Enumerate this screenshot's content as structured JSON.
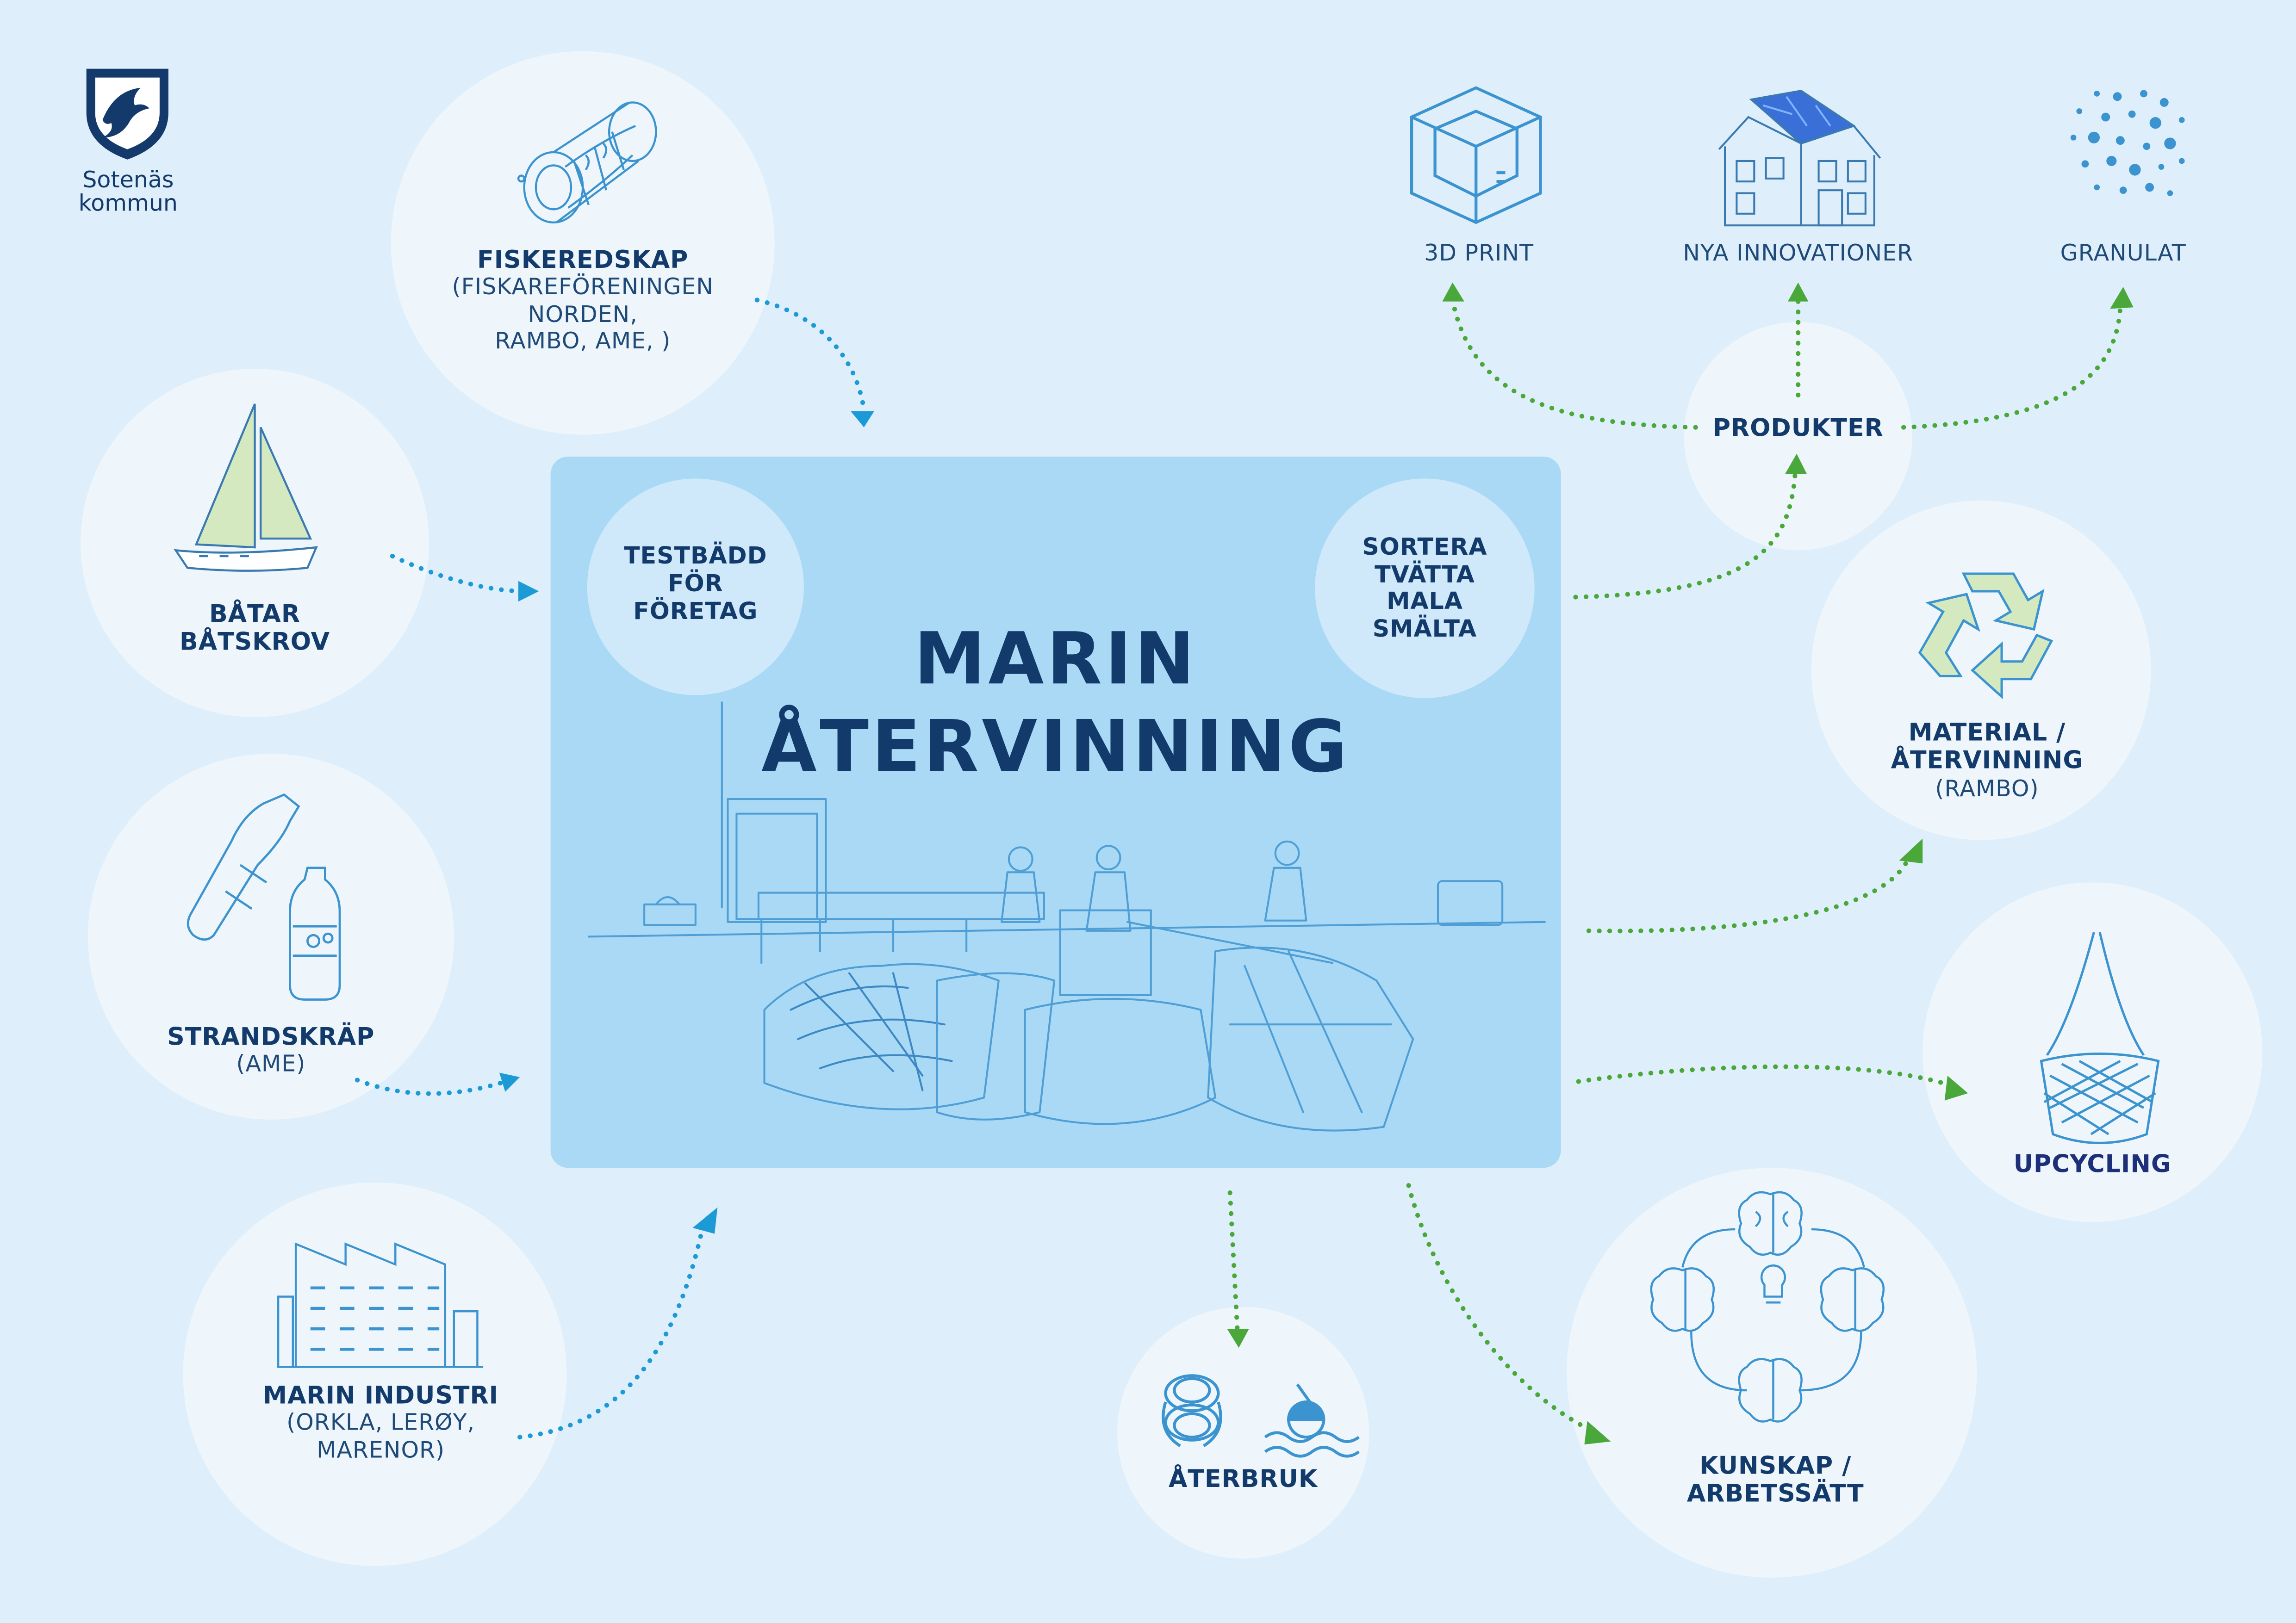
{
  "logo": {
    "line1": "Sotenäs",
    "line2": "kommun"
  },
  "center": {
    "title_line1": "MARIN",
    "title_line2": "ÅTERVINNING",
    "left_bubble": [
      "TESTBÄDD",
      "FÖR",
      "FÖRETAG"
    ],
    "right_bubble": [
      "SORTERA",
      "TVÄTTA",
      "MALA",
      "SMÄLTA"
    ]
  },
  "inputs": {
    "fiskeredskap": {
      "title": "FISKEREDSKAP",
      "lines": [
        "(FISKAREFÖRENINGEN",
        "NORDEN,",
        "RAMBO, AME, )"
      ]
    },
    "batar": {
      "lines": [
        "BÅTAR",
        "BÅTSKROV"
      ]
    },
    "strandskrap": {
      "title": "STRANDSKRÄP",
      "lines": [
        "(AME)"
      ]
    },
    "marin_industri": {
      "title": "MARIN INDUSTRI",
      "lines": [
        "(ORKLA, LERØY,",
        "MARENOR)"
      ]
    }
  },
  "outputs": {
    "produkter": "PRODUKTER",
    "products": {
      "print3d": "3D PRINT",
      "innovationer": "NYA INNOVATIONER",
      "granulat": "GRANULAT"
    },
    "material": {
      "lines": [
        "MATERIAL /",
        "ÅTERVINNING"
      ],
      "sub": "(RAMBO)"
    },
    "upcycling": "UPCYCLING",
    "aterbruk": "ÅTERBRUK",
    "kunskap": [
      "KUNSKAP /",
      "ARBETSSÄTT"
    ]
  },
  "icons": {
    "logo": "sotenas-coat-of-arms-icon",
    "fiskeredskap": "fish-trap-icon",
    "batar": "sailboat-icon",
    "strandskrap": "plastic-bottles-icon",
    "marin_industri": "factory-icon",
    "print3d": "3d-cube-icon",
    "innovationer": "house-icon",
    "granulat": "granules-icon",
    "material": "recycle-icon",
    "upcycling": "net-bag-icon",
    "aterbruk": "rope-and-buoy-icon",
    "kunskap": "brains-network-icon"
  },
  "colors": {
    "background": "#deeffb",
    "panel": "#a9d9f5",
    "navy": "#123a6b",
    "input_arrows": "#1c9ad6",
    "output_arrows": "#4aa83a",
    "icon_line": "#3b93cf"
  }
}
